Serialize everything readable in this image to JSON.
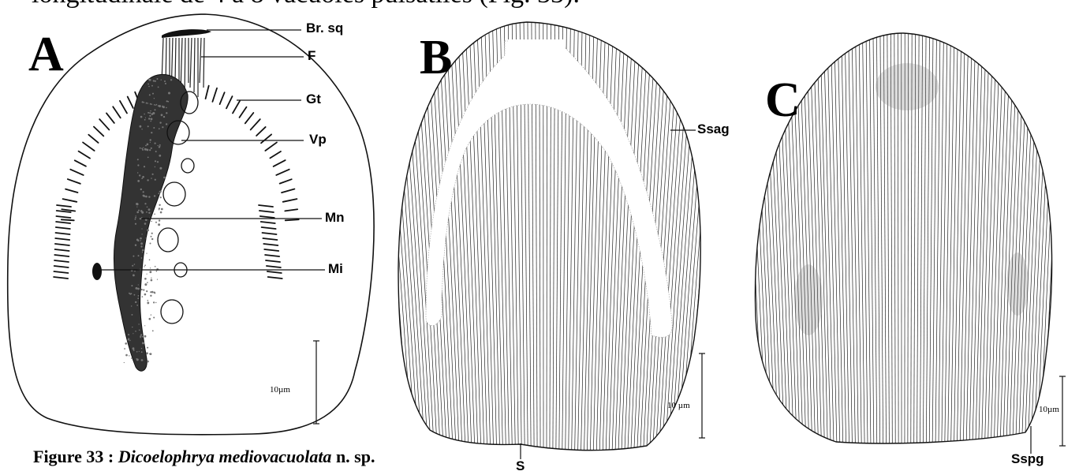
{
  "header": {
    "text": "longitudinale de 4 à 8 vacuoles pulsatiles (Fig. 33)."
  },
  "panels": {
    "a": {
      "letter": "A",
      "labels": {
        "br_sq": "Br. sq",
        "f": "F",
        "gt": "Gt",
        "vp": "Vp",
        "mn": "Mn",
        "mi": "Mi"
      },
      "scale": "10µm"
    },
    "b": {
      "letter": "B",
      "labels": {
        "ssag": "Ssag",
        "s": "S"
      },
      "scale": "10 µm"
    },
    "c": {
      "letter": "C",
      "labels": {
        "sspg": "Sspg"
      },
      "scale": "10µm"
    }
  },
  "caption": {
    "prefix": "Figure 33 : ",
    "species": "Dicoelophrya mediovacuolata",
    "suffix": " n. sp."
  }
}
